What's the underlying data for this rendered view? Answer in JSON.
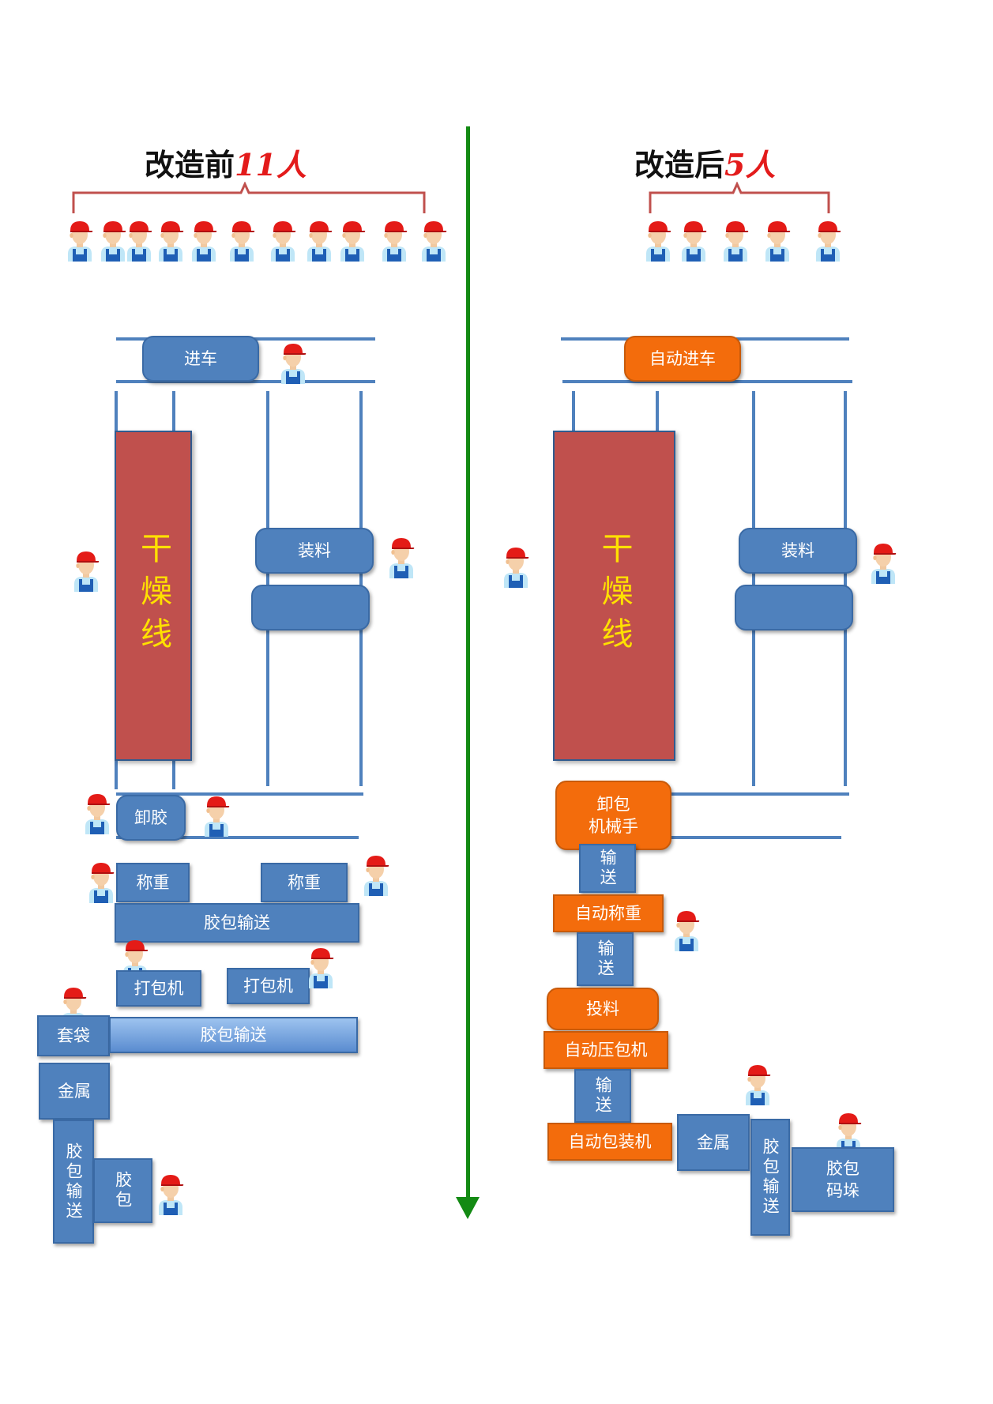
{
  "left": {
    "title_prefix": "改造前",
    "title_count": "11人",
    "in_car": "进车",
    "dryer": "干燥线",
    "loading": "装料",
    "unload_glue": "卸胶",
    "weigh_1": "称重",
    "weigh_2": "称重",
    "conveyor_1": "胶包输送",
    "baler_1": "打包机",
    "baler_2": "打包机",
    "bagging": "套袋",
    "conveyor_2": "胶包输送",
    "metal": "金属",
    "conveyor_vertical": "胶包输送",
    "glue_bale": "胶包"
  },
  "right": {
    "title_prefix": "改造后",
    "title_count": "5人",
    "auto_in_car": "自动进车",
    "dryer": "干燥线",
    "loading": "装料",
    "unload_robot_1": "卸包",
    "unload_robot_2": "机械手",
    "convey_1": "输送",
    "auto_weigh": "自动称重",
    "convey_2": "输送",
    "feed": "投料",
    "auto_press": "自动压包机",
    "convey_3": "输送",
    "auto_pack": "自动包装机",
    "metal": "金属",
    "conveyor_vertical": "胶包输送",
    "stack_1": "胶包",
    "stack_2": "码垛"
  },
  "colors": {
    "equipment_blue": "#4f81bd",
    "automated_orange": "#f36c0c",
    "dryer_red": "#c0504d",
    "dryer_text": "#ffe000",
    "divider_green": "#138a13",
    "bracket_red": "#c0504d",
    "count_red": "#e31b1b"
  },
  "icons": {
    "worker": "worker-icon"
  }
}
